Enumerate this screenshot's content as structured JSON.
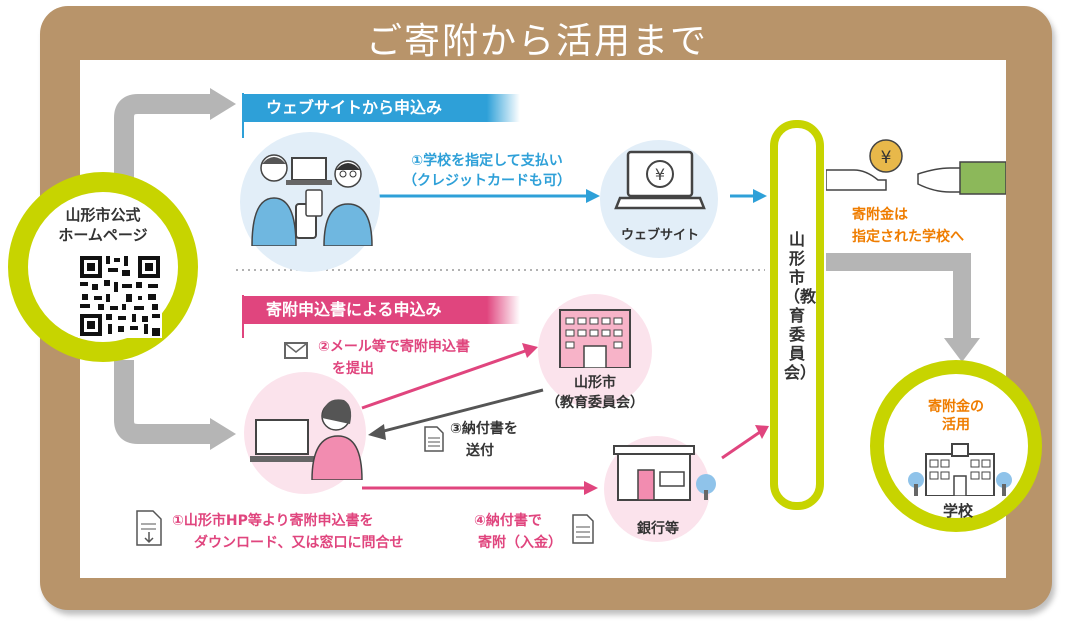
{
  "title": "ご寄附から活用まで",
  "web_route": {
    "banner": "ウェブサイトから申込み",
    "step1_line1": "①学校を指定して支払い",
    "step1_line2": "（クレジットカードも可）",
    "website_label": "ウェブサイト"
  },
  "form_route": {
    "banner": "寄附申込書による申込み",
    "step2_line1": "②メール等で寄附申込書",
    "step2_line2": "を提出",
    "step3_line1": "③納付書を",
    "step3_line2": "送付",
    "step1_line1": "①山形市HP等より寄附申込書を",
    "step1_line2": "ダウンロード、又は窓口に問合せ",
    "step4_line1": "④納付書で",
    "step4_line2": "寄附（入金）",
    "office_line1": "山形市",
    "office_line2": "（教育委員会）",
    "bank_label": "銀行等"
  },
  "homepage": {
    "line1": "山形市公式",
    "line2": "ホームページ"
  },
  "city_vertical": "山形市（教育委員会）",
  "donation": {
    "line1": "寄附金は",
    "line2": "指定された学校へ",
    "yen_symbol": "¥"
  },
  "school": {
    "use_line1": "寄附金の",
    "use_line2": "活用",
    "label": "学校"
  },
  "colors": {
    "frame": "#b8946a",
    "accent_green": "#c7d400",
    "blue": "#2ea0d8",
    "pink": "#e0457e",
    "orange": "#ef7d00",
    "gray_arrow": "#b5b5b5"
  }
}
